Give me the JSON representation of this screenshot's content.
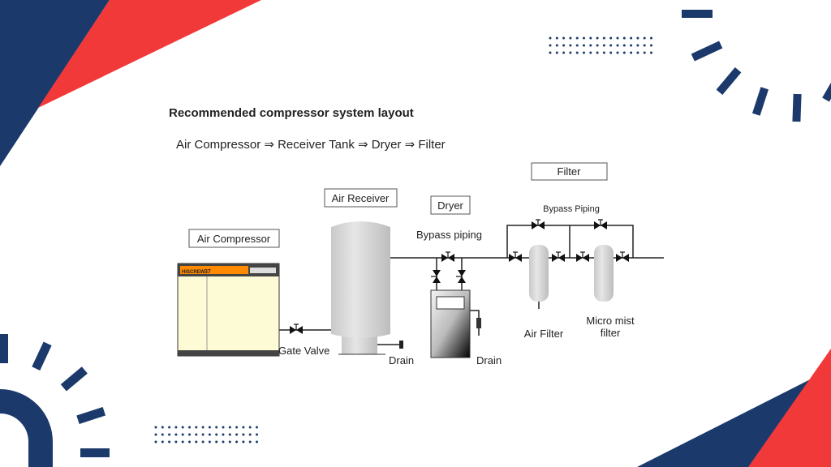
{
  "slide": {
    "title": "Recommended compressor system layout",
    "flow": "Air Compressor ⇒ Receiver Tank ⇒ Dryer ⇒ Filter"
  },
  "diagram": {
    "labels": {
      "air_compressor": "Air Compressor",
      "air_receiver": "Air Receiver",
      "dryer": "Dryer",
      "filter": "Filter",
      "bypass_piping_dryer": "Bypass piping",
      "bypass_piping_filter": "Bypass Piping",
      "gate_valve": "Gate Valve",
      "drain_receiver": "Drain",
      "drain_dryer": "Drain",
      "air_filter": "Air Filter",
      "micro_mist_1": "Micro mist",
      "micro_mist_2": "filter"
    },
    "compressor_panel": {
      "brand": "HISCREW",
      "model": "37"
    }
  },
  "colors": {
    "navy": "#1b3a6b",
    "red": "#f2393a",
    "panel_orange": "#ff8a00"
  }
}
